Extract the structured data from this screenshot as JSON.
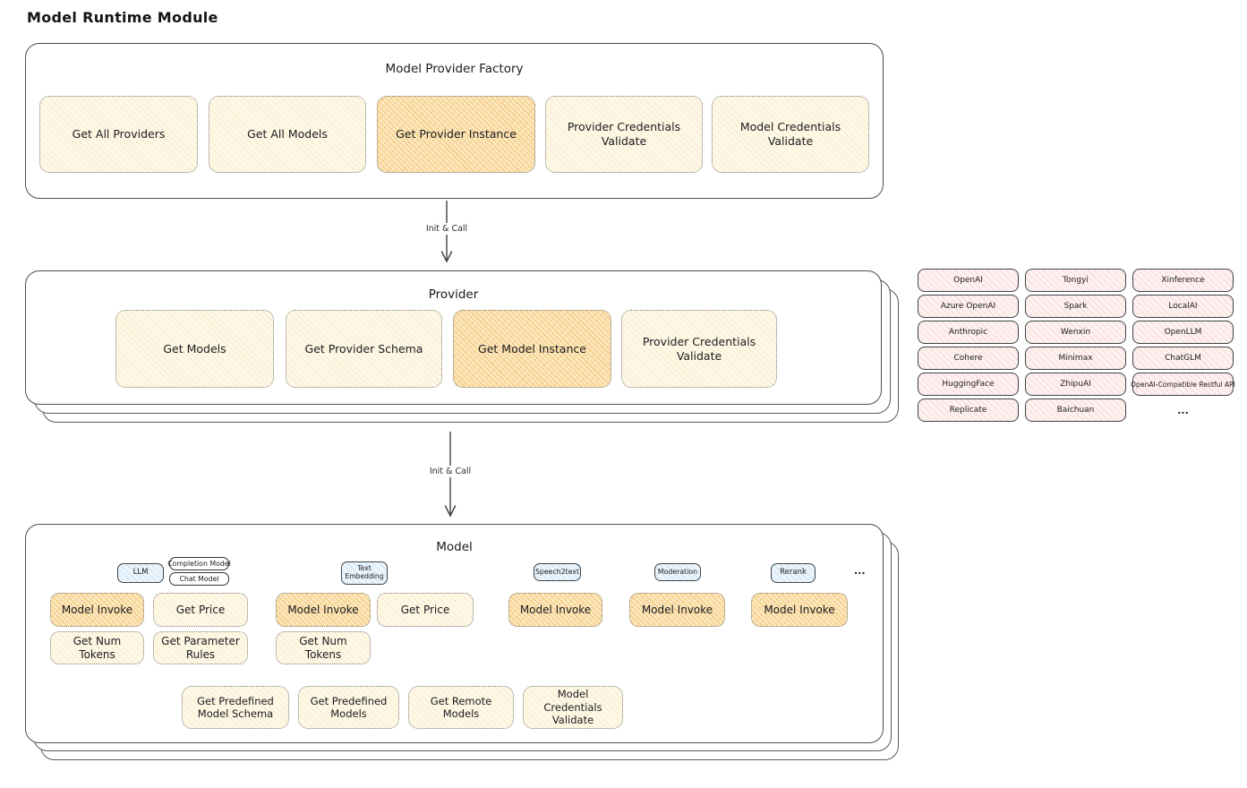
{
  "page": {
    "title": "Model Runtime Module"
  },
  "arrows": {
    "label_1": "Init & Call",
    "label_2": "Init & Call"
  },
  "factory": {
    "title": "Model Provider Factory",
    "methods": [
      "Get All Providers",
      "Get All Models",
      "Get Provider Instance",
      "Provider Credentials Validate",
      "Model Credentials Validate"
    ]
  },
  "provider": {
    "title": "Provider",
    "methods": [
      "Get Models",
      "Get Provider Schema",
      "Get Model Instance",
      "Provider Credentials Validate"
    ]
  },
  "providers": {
    "items": [
      "OpenAI",
      "Tongyi",
      "Xinference",
      "Azure OpenAI",
      "Spark",
      "LocalAI",
      "Anthropic",
      "Wenxin",
      "OpenLLM",
      "Cohere",
      "Minimax",
      "ChatGLM",
      "HuggingFace",
      "ZhipuAI",
      "OpenAI-Compatible Restful API",
      "Replicate",
      "Baichuan"
    ],
    "ellipsis": "..."
  },
  "model": {
    "title": "Model",
    "tabs": {
      "llm": "LLM",
      "completion": "Completion Model",
      "chat": "Chat Model",
      "text_embedding": "Text Embedding",
      "speech2text": "Speech2text",
      "moderation": "Moderation",
      "rerank": "Rerank",
      "ellipsis": "..."
    },
    "llm": {
      "invoke": "Model Invoke",
      "get_price": "Get Price",
      "get_num_tokens": "Get Num Tokens",
      "get_parameter_rules": "Get Parameter Rules"
    },
    "text_embedding": {
      "invoke": "Model Invoke",
      "get_price": "Get Price",
      "get_num_tokens": "Get Num Tokens"
    },
    "speech2text": {
      "invoke": "Model Invoke"
    },
    "moderation": {
      "invoke": "Model Invoke"
    },
    "rerank": {
      "invoke": "Model Invoke"
    },
    "shared": [
      "Get Predefined Model Schema",
      "Get Predefined Models",
      "Get Remote Models",
      "Model Credentials Validate"
    ]
  },
  "colors": {
    "node_cream": "#fdf8e8",
    "node_highlight_orange": "#fbe9c2",
    "provider_pink": "#fdf2f1",
    "tab_blue": "#ecf5fc",
    "outline": "#4a4d51",
    "text": "#1b1b1f"
  }
}
